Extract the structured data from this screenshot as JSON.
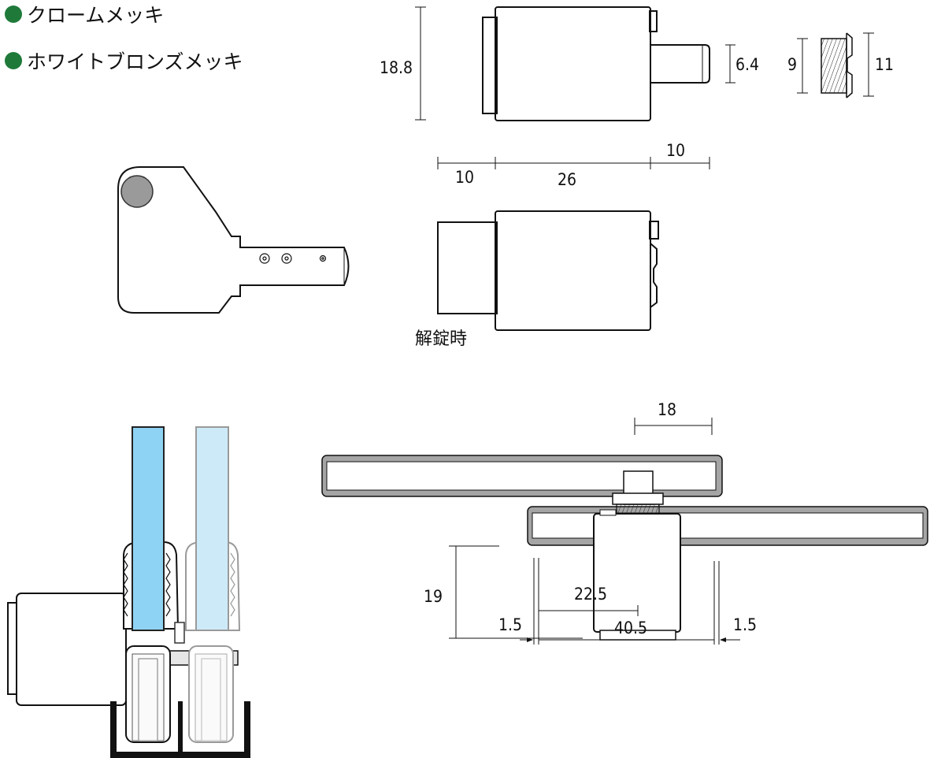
{
  "legend": {
    "items": [
      {
        "label": "クロームメッキ",
        "color": "#1f7a3a"
      },
      {
        "label": "ホワイトブロンズメッキ",
        "color": "#1f7a3a"
      }
    ]
  },
  "dimensions": {
    "body_height": "18.8",
    "shaft_diameter": "6.4",
    "thread_inner": "9",
    "thread_outer": "11",
    "left_length": "10",
    "body_length": "26",
    "shaft_length": "10",
    "top_offset": "18",
    "depth": "19",
    "center_offset": "22.5",
    "left_clearance": "1.5",
    "span": "40.5",
    "right_clearance": "1.5"
  },
  "labels": {
    "unlocked": "解錠時"
  },
  "colors": {
    "glass_blue": "#8fd3f4",
    "glass_light": "#cdeaf8",
    "knob_gray": "#9a9a9a",
    "rail_gray": "#a5a5a5"
  }
}
